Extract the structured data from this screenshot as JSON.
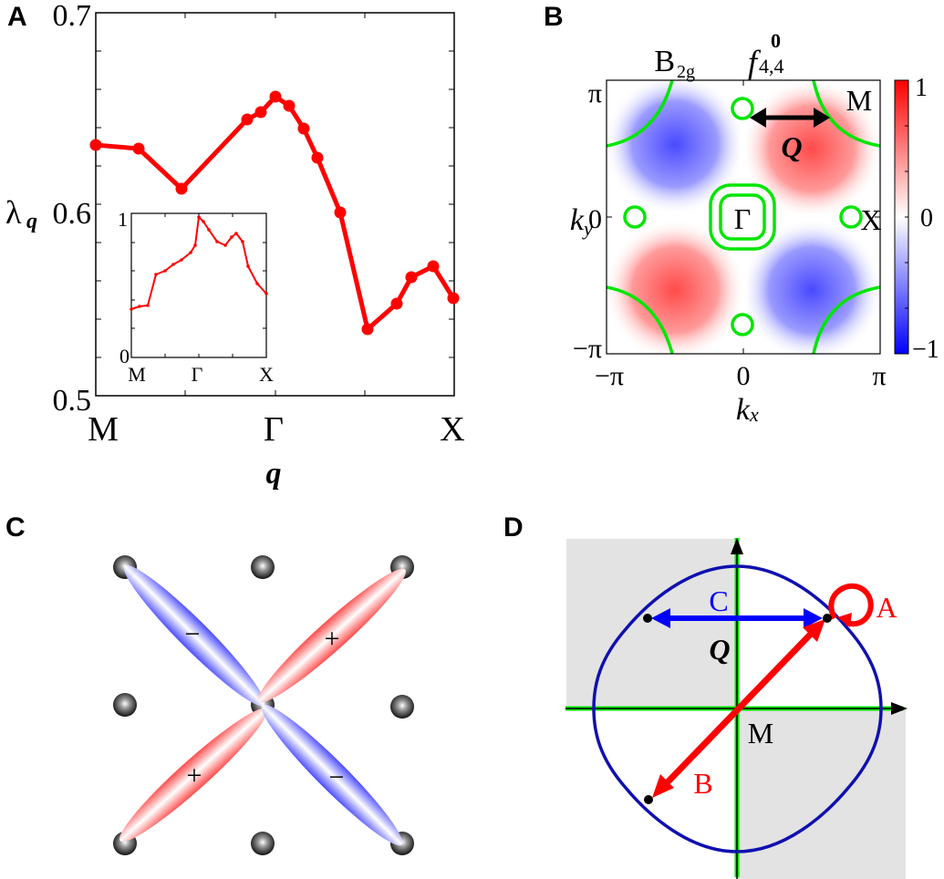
{
  "panels": {
    "A": {
      "label": "A"
    },
    "B": {
      "label": "B"
    },
    "C": {
      "label": "C"
    },
    "D": {
      "label": "D"
    }
  },
  "chart_data": [
    {
      "panel": "A",
      "type": "line",
      "title": "",
      "xlabel": "q",
      "ylabel": "λ_q",
      "ylim": [
        0.5,
        0.7
      ],
      "yticks": [
        "0.5",
        "0.6",
        "0.7"
      ],
      "xtick_labels": [
        "M",
        "Γ",
        "X"
      ],
      "color": "#ff0000",
      "x": [
        0,
        0.12,
        0.24,
        0.42,
        0.46,
        0.5,
        0.54,
        0.58,
        0.62,
        0.68,
        0.76,
        0.84,
        0.88,
        0.94,
        1.0
      ],
      "values": [
        0.631,
        0.629,
        0.608,
        0.644,
        0.648,
        0.656,
        0.651,
        0.64,
        0.624,
        0.596,
        0.535,
        0.548,
        0.562,
        0.568,
        0.551
      ],
      "inset": {
        "type": "line",
        "ylim": [
          0,
          1
        ],
        "yticks": [
          "0",
          "1"
        ],
        "xtick_labels": [
          "M",
          "Γ",
          "X"
        ],
        "x": [
          0,
          0.13,
          0.2,
          0.26,
          0.34,
          0.4,
          0.47,
          0.54,
          0.57,
          0.6,
          0.63,
          0.67,
          0.73,
          0.8,
          0.86,
          0.9,
          0.93,
          1.0
        ],
        "values": [
          0.34,
          0.36,
          0.36,
          0.58,
          0.6,
          0.65,
          0.72,
          0.8,
          0.85,
          0.97,
          0.95,
          0.89,
          0.8,
          0.77,
          0.83,
          0.87,
          0.8,
          0.44
        ]
      }
    },
    {
      "panel": "B",
      "type": "heatmap",
      "title": "B2g  f^0_{4,4}",
      "xlabel": "kx",
      "ylabel": "ky",
      "xticks": [
        "−π",
        "0",
        "π"
      ],
      "yticks": [
        "−π",
        "0",
        "π"
      ],
      "colorbar": {
        "min": -1,
        "max": 1,
        "ticks": [
          "1",
          "0",
          "−1"
        ],
        "colors": [
          "#0000ff",
          "#ffffff",
          "#ff0000"
        ]
      },
      "annotations": [
        "M",
        "X",
        "Γ",
        "Q"
      ],
      "fermi_surface_color": "#00e600"
    }
  ],
  "panelA": {
    "y_ticks": {
      "top": "0.7",
      "mid": "0.6",
      "bottom": "0.5"
    },
    "x_ticks": {
      "m": "M",
      "gamma": "Γ",
      "x": "X"
    },
    "ylabel_main": "λ",
    "ylabel_sub": "q",
    "xlabel": "q",
    "inset": {
      "y_top": "1",
      "y_bottom": "0",
      "x_m": "M",
      "x_gamma": "Γ",
      "x_x": "X"
    }
  },
  "panelB": {
    "title_irrep": "B",
    "title_irrep_sub": "2g",
    "title_f": "f",
    "title_f_sup": "0",
    "title_f_sub": "4,4",
    "y_pi": "π",
    "y_zero": "0",
    "y_negpi": "−π",
    "x_negpi": "−π",
    "x_zero": "0",
    "x_pi": "π",
    "ylabel": "k",
    "ylabel_sub": "y",
    "xlabel": "k",
    "xlabel_sub": "x",
    "label_M": "M",
    "label_X": "X",
    "label_Gamma": "Γ",
    "label_Q": "Q",
    "cb_top": "1",
    "cb_mid": "0",
    "cb_bottom": "−1"
  },
  "panelC": {
    "plus": "+",
    "minus": "−",
    "colors": {
      "positive": "#ff4040",
      "negative": "#4040ff"
    }
  },
  "panelD": {
    "label_A": "A",
    "label_B": "B",
    "label_C": "C",
    "label_Q": "Q",
    "label_M": "M",
    "colors": {
      "curve": "#1010b0",
      "axes": "#00e600",
      "arrowA": "#ff0000",
      "arrowC": "#0000ff",
      "shade": "#e3e3e3"
    }
  }
}
